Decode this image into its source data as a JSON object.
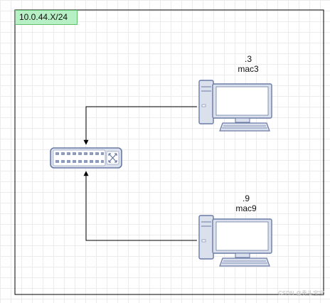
{
  "subnet": {
    "label": "10.0.44.X/24"
  },
  "hosts": [
    {
      "ip": ".3",
      "mac": "mac3"
    },
    {
      "ip": ".9",
      "mac": "mac9"
    }
  ],
  "watermark": "CSDN @秃头宝宝",
  "colors": {
    "device_fill": "#dae1ec",
    "device_stroke": "#6a7aa6",
    "screen": "#ffffff",
    "subnet_label_bg": "#b6f0c4",
    "edge": "#000000"
  },
  "icons": {
    "switch": "network-switch-icon",
    "host": "desktop-computer-icon"
  }
}
